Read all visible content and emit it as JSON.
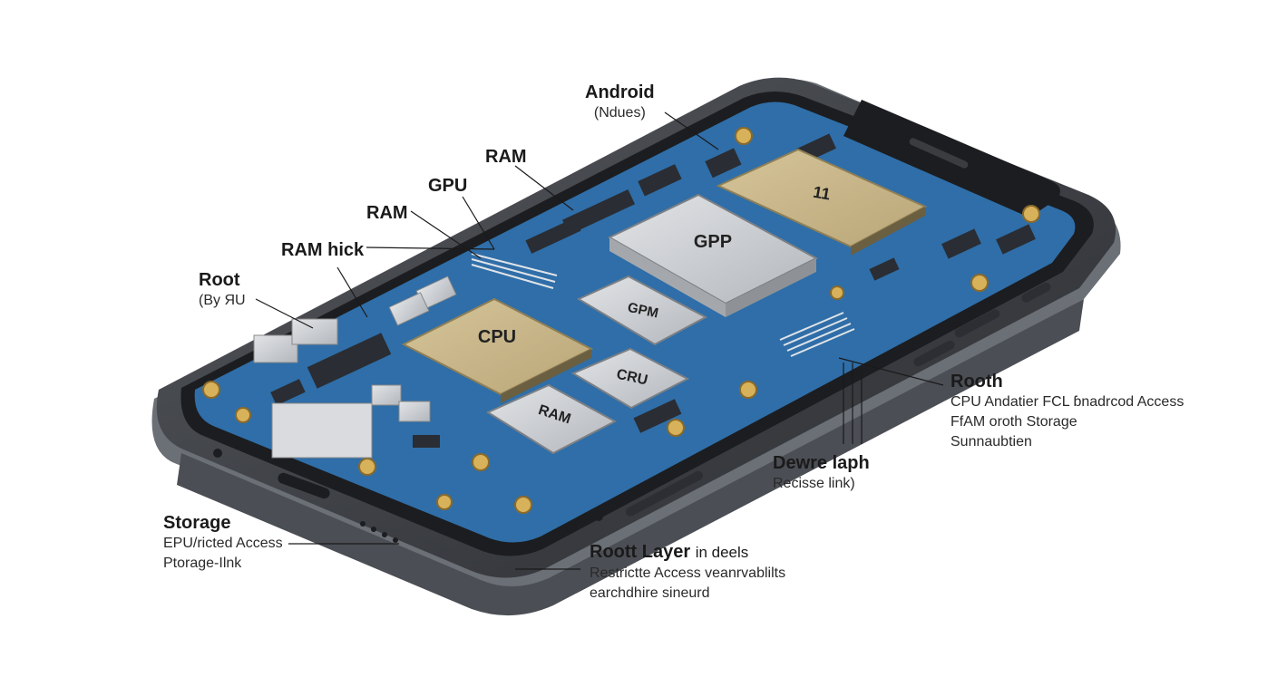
{
  "labels": {
    "android": {
      "title": "Android",
      "sub": "(Ndues)"
    },
    "ram_top": {
      "title": "RAM"
    },
    "gpu": {
      "title": "GPU"
    },
    "ram_left": {
      "title": "RAM"
    },
    "ram_nick": {
      "title": "RAM hick"
    },
    "root": {
      "title": "Root",
      "sub": "(By ЯU"
    },
    "rooth": {
      "title": "Rooth",
      "lines": [
        "CPU Andatier FCL ɓnadrcod Access",
        "FfAM oroth Storage",
        "Sunnaubtien"
      ]
    },
    "dewre": {
      "title": "Dewre laph",
      "sub": "Recisse link)"
    },
    "storage": {
      "title": "Storage",
      "lines": [
        "EPU/ricted Access",
        "Ptorage-Ilnk"
      ]
    },
    "root_layer": {
      "title": "Roott Layer",
      "title_suffix": "in deels",
      "lines": [
        "Restrictte Access veanrvablilts",
        "earchdhire sineurd"
      ]
    }
  },
  "chips": {
    "top_chip": "11",
    "gpp": "GPP",
    "gpm": "GPM",
    "cpu": "CPU",
    "cru": "CRU",
    "ram": "RAM"
  },
  "colors": {
    "board": "#2f6ea8",
    "frame": "#2b2d31",
    "gold_chip": "#c8b68a",
    "silver_chip": "#c9ccd0"
  }
}
